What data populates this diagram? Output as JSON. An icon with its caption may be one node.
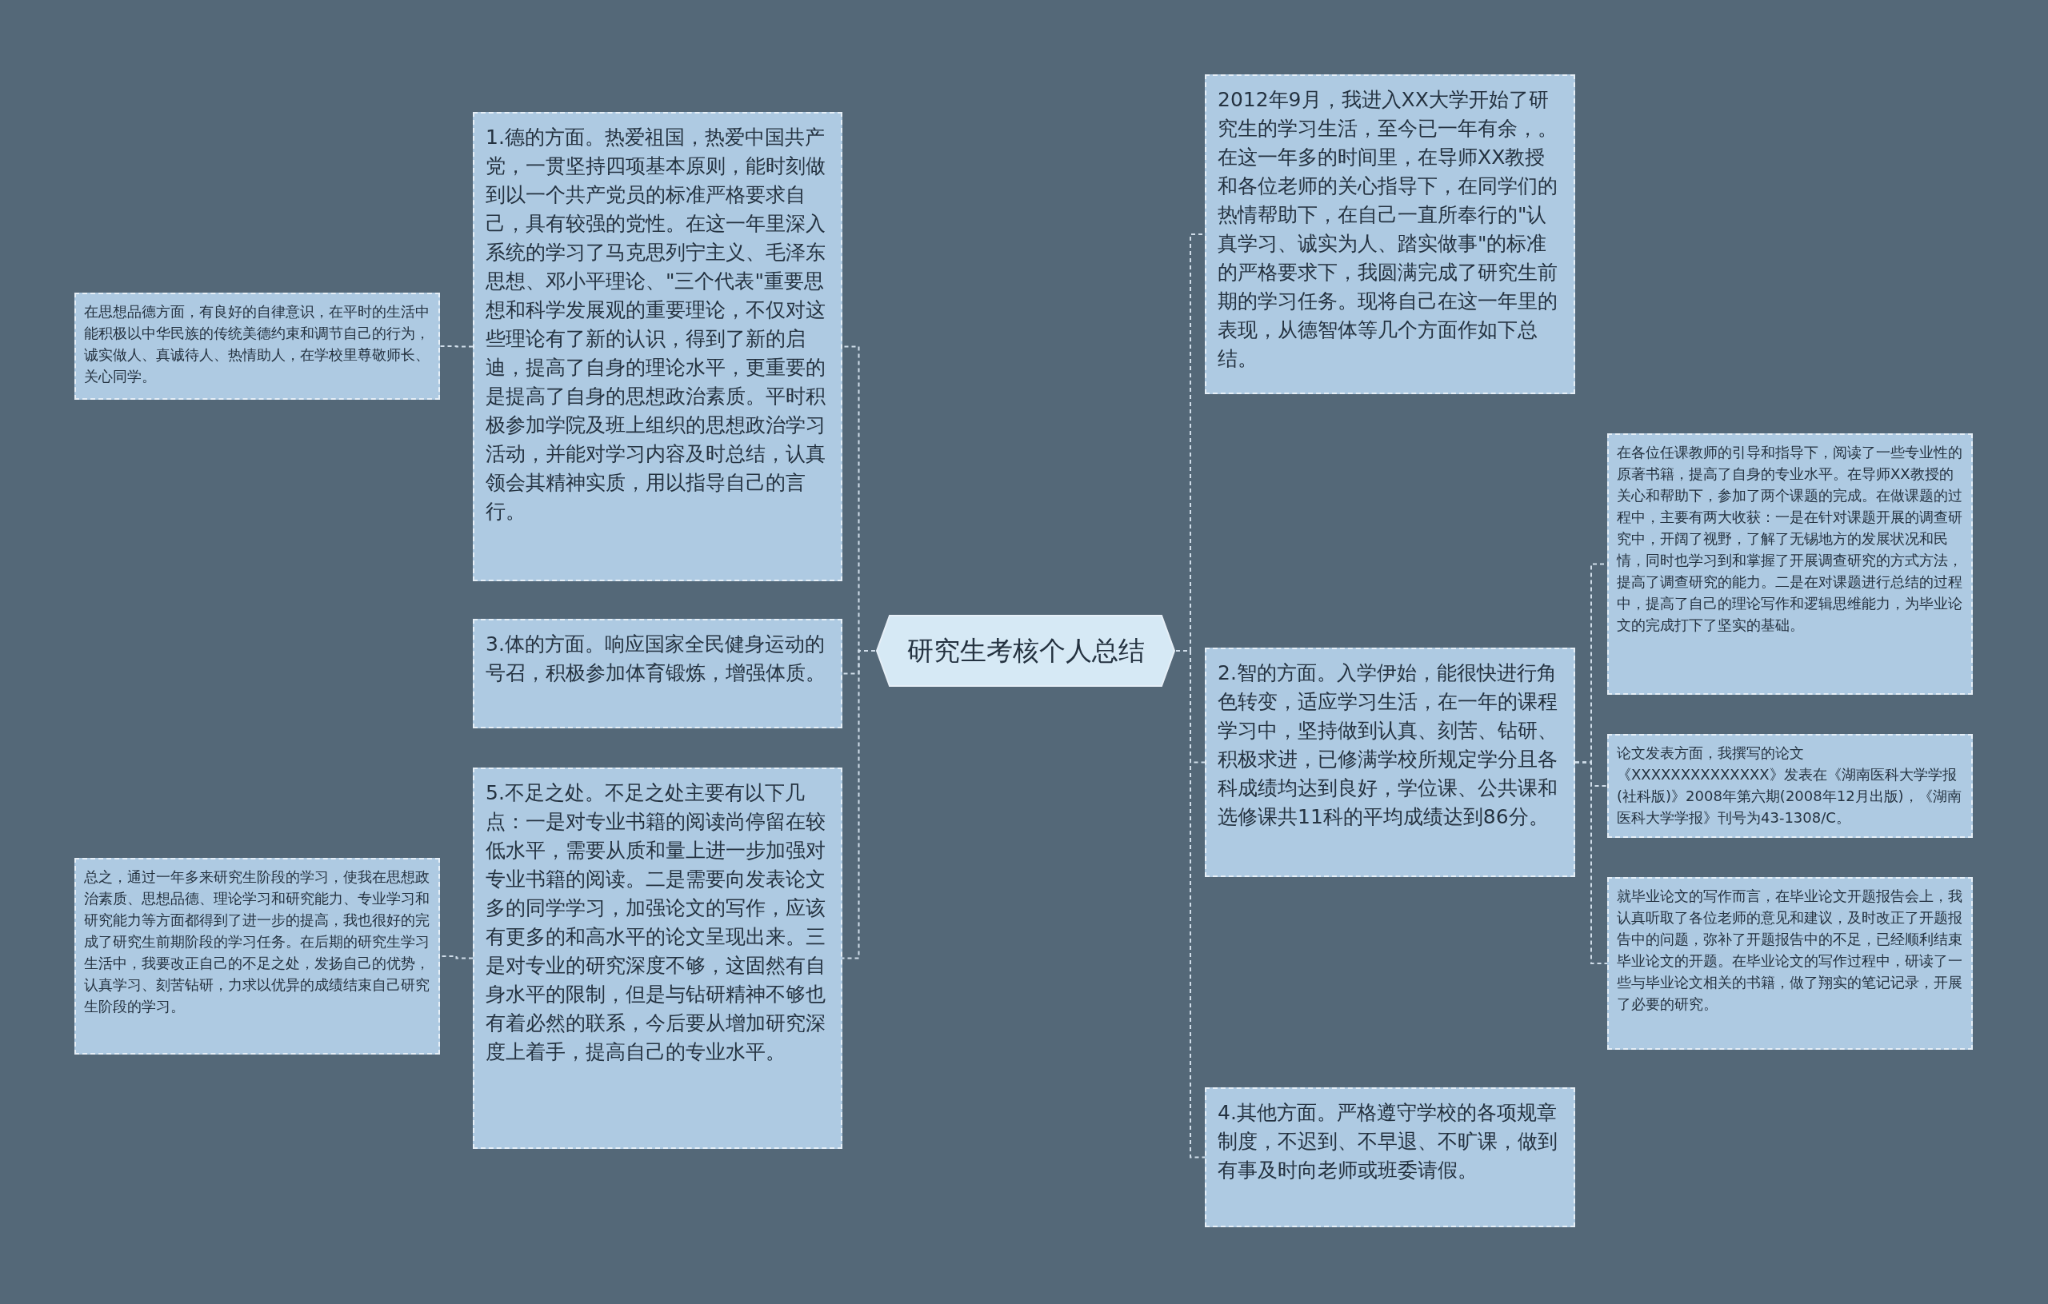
{
  "diagram": {
    "nodes": [
      {
        "text": [
          "研究生考核个人总结"
        ]
      },
      {
        "text": [
          "1.德的方面。热爱祖国，热爱中国共产党，一贯坚持四项基本原则，能时刻做到以一个共产党员的标准严格要求自己，具有较强的党性。在这一年里深入系统的学习了马克思列宁主义、毛泽东思想、邓小平理论、\"三个代表\"重要思想和科学发展观的重要理论，不仅对这些理论有了新的认识，得到了新的启迪，提高了自身的理论水平，更重要的是提高了自身的思想政治素质。平时积极参加学院及班上组织的思想政治学习活动，并能对学习内容及时总结，认真领会其精神实质，用以指导自己的言行。"
        ]
      },
      {
        "text": [
          "在思想品德方面，有良好的自律意识，在平时的生活中能积极以中华民族的传统美德约束和调节自己的行为，诚实做人、真诚待人、热情助人，在学校里尊敬师长、关心同学。"
        ]
      },
      {
        "text": [
          "3.体的方面。响应国家全民健身运动的号召，积极参加体育锻炼，增强体质。"
        ]
      },
      {
        "text": [
          "5.不足之处。不足之处主要有以下几点：一是对专业书籍的阅读尚停留在较低水平，需要从质和量上进一步加强对专业书籍的阅读。二是需要向发表论文多的同学学习，加强论文的写作，应该有更多的和高水平的论文呈现出来。三是对专业的研究深度不够，这固然有自身水平的限制，但是与钻研精神不够也有着必然的联系，今后要从增加研究深度上着手，提高自己的专业水平。"
        ]
      },
      {
        "text": [
          "总之，通过一年多来研究生阶段的学习，使我在思想政治素质、思想品德、理论学习和研究能力、专业学习和研究能力等方面都得到了进一步的提高，我也很好的完成了研究生前期阶段的学习任务。在后期的研究生学习生活中，我要改正自己的不足之处，发扬自己的优势，认真学习、刻苦钻研，力求以优异的成绩结束自己研究生阶段的学习。"
        ]
      },
      {
        "text": [
          "2012年9月，我进入XX大学开始了研究生的学习生活，至今已一年有余，。在这一年多的时间里，在导师XX教授和各位老师的关心指导下，在同学们的热情帮助下，在自己一直所奉行的\"认真学习、诚实为人、踏实做事\"的标准的严格要求下，我圆满完成了研究生前期的学习任务。现将自己在这一年里的表现，从德智体等几个方面作如下总结。"
        ]
      },
      {
        "text": [
          "2.智的方面。入学伊始，能很快进行角色转变，适应学习生活，在一年的课程学习中，坚持做到认真、刻苦、钻研、积极求进，已修满学校所规定学分且各科成绩均达到良好，学位课、公共课和选修课共11科的平均成绩达到86分。"
        ]
      },
      {
        "text": [
          "在各位任课教师的引导和指导下，阅读了一些专业性的原著书籍，提高了自身的专业水平。在导师XX教授的关心和帮助下，参加了两个课题的完成。在做课题的过程中，主要有两大收获：一是在针对课题开展的调查研究中，开阔了视野，了解了无锡地方的发展状况和民情，同时也学习到和掌握了开展调查研究的方式方法，提高了调查研究的能力。二是在对课题进行总结的过程中，提高了自己的理论写作和逻辑思维能力，为毕业论文的完成打下了坚实的基础。"
        ]
      },
      {
        "text": [
          "论文发表方面，我撰写的论文《XXXXXXXXXXXXXX》发表在《湖南医科大学学报(社科版)》2008年第六期(2008年12月出版)，《湖南医科大学学报》刊号为43-1308/C。"
        ]
      },
      {
        "text": [
          "就毕业论文的写作而言，在毕业论文开题报告会上，我认真听取了各位老师的意见和建议，及时改正了开题报告中的问题，弥补了开题报告中的不足，已经顺利结束毕业论文的开题。在毕业论文的写作过程中，研读了一些与毕业论文相关的书籍，做了翔实的笔记记录，开展了必要的研究。"
        ]
      },
      {
        "text": [
          "4.其他方面。严格遵守学校的各项规章制度，不迟到、不早退、不旷课，做到有事及时向老师或班委请假。"
        ]
      }
    ],
    "edges": [
      {
        "from": 0,
        "to": 1,
        "arrow": "none"
      },
      {
        "from": 1,
        "to": 2,
        "arrow": "none"
      },
      {
        "from": 0,
        "to": 3,
        "arrow": "none"
      },
      {
        "from": 0,
        "to": 4,
        "arrow": "none"
      },
      {
        "from": 4,
        "to": 5,
        "arrow": "none"
      },
      {
        "from": 0,
        "to": 6,
        "arrow": "none"
      },
      {
        "from": 0,
        "to": 7,
        "arrow": "none"
      },
      {
        "from": 7,
        "to": 8,
        "arrow": "none"
      },
      {
        "from": 7,
        "to": 9,
        "arrow": "none"
      },
      {
        "from": 7,
        "to": 10,
        "arrow": "none"
      },
      {
        "from": 0,
        "to": 11,
        "arrow": "none"
      }
    ]
  }
}
